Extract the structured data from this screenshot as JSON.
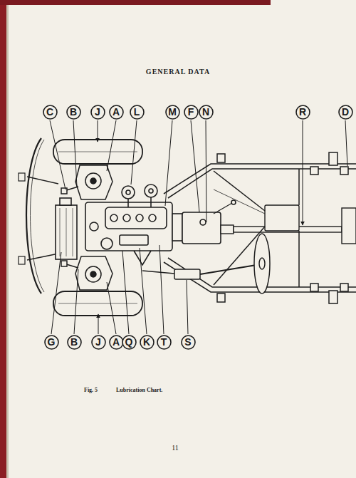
{
  "diagram": {
    "title": "GENERAL DATA",
    "caption": "Lubrication Chart.",
    "nodes": [
      {
        "text": [
          "C"
        ]
      },
      {
        "text": [
          "B"
        ]
      },
      {
        "text": [
          "J"
        ]
      },
      {
        "text": [
          "A"
        ]
      },
      {
        "text": [
          "L"
        ]
      },
      {
        "text": [
          "M"
        ]
      },
      {
        "text": [
          "F"
        ]
      },
      {
        "text": [
          "N"
        ]
      },
      {
        "text": [
          "R"
        ]
      },
      {
        "text": [
          "D"
        ]
      },
      {
        "text": [
          "G"
        ]
      },
      {
        "text": [
          "B"
        ]
      },
      {
        "text": [
          "J"
        ]
      },
      {
        "text": [
          "A"
        ]
      },
      {
        "text": [
          "Q"
        ]
      },
      {
        "text": [
          "K"
        ]
      },
      {
        "text": [
          "T"
        ]
      },
      {
        "text": [
          "S"
        ]
      }
    ],
    "labels": [
      "Fig. 5",
      "11"
    ]
  }
}
